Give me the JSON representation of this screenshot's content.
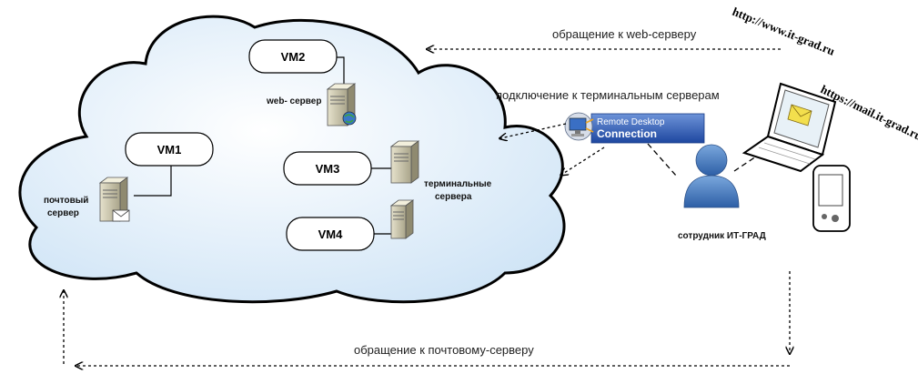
{
  "cloud": {
    "vms": [
      {
        "id": "vm1",
        "label": "VM1"
      },
      {
        "id": "vm2",
        "label": "VM2"
      },
      {
        "id": "vm3",
        "label": "VM3"
      },
      {
        "id": "vm4",
        "label": "VM4"
      }
    ]
  },
  "labels": {
    "mail_server": [
      "почтовый",
      "сервер"
    ],
    "web_server": "web- сервер",
    "terminal_servers": [
      "терминальные",
      "сервера"
    ],
    "employee": "сотрудник ИТ-ГРАД"
  },
  "connections": {
    "web": "обращение к web-серверу",
    "terminal": "подключение к терминальным серверам",
    "mail": "обращение к почтовому-серверу"
  },
  "urls": {
    "http": "http://www.it-grad.ru",
    "https": "https://mail.it-grad.ru"
  },
  "rdp": {
    "line1": "Remote Desktop",
    "line2": "Connection"
  },
  "colors": {
    "cloud_fill": "#d6e9f8",
    "cloud_stroke": "#000000",
    "person": "#4a80c4",
    "rdp_box": "#2f5bb5"
  }
}
